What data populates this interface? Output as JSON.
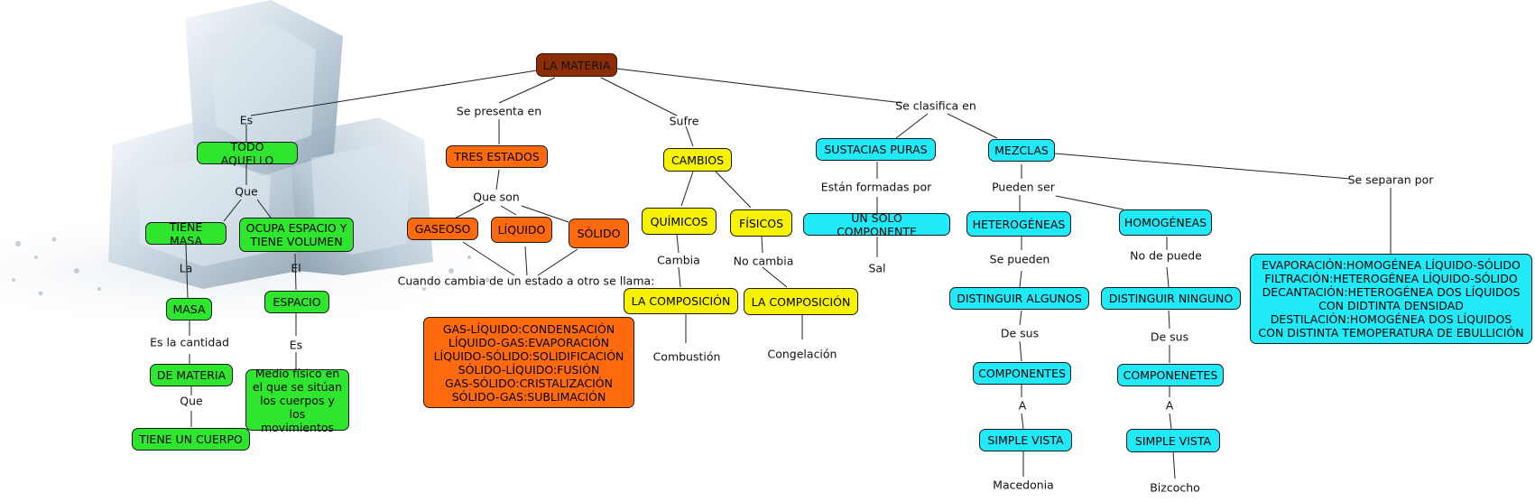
{
  "root": "LA MATERIA",
  "nodes": {
    "todo_aquello": "TODO AQUELLO",
    "tiene_masa": "TIENE MASA",
    "ocupa_espacio": "OCUPA ESPACIO Y\nTIENE VOLUMEN",
    "masa": "MASA",
    "espacio": "ESPACIO",
    "de_materia": "DE MATERIA",
    "medio_fisico": "Medio físico en\nel que se sitúan\nlos cuerpos y\nlos movimientos",
    "tiene_un_cuerpo": "TIENE UN CUERPO",
    "tres_estados": "TRES ESTADOS",
    "gaseoso": "GASEOSO",
    "liquido": "LÍQUIDO",
    "solido": "SÓLIDO",
    "cambios_estado": "GAS-LÍQUIDO:CONDENSACIÓN\nLÍQUIDO-GAS:EVAPORACIÓN\nLÍQUIDO-SÓLIDO:SOLIDIFICACIÓN\nSÓLIDO-LÍQUIDO:FUSIÓN\nGAS-SÓLIDO:CRISTALIZACIÓN\nSÓLIDO-GAS:SUBLIMACIÓN",
    "cambios": "CAMBIOS",
    "quimicos": "QUÍMICOS",
    "fisicos": "FÍSICOS",
    "composicion_1": "LA COMPOSICIÓN",
    "composicion_2": "LA COMPOSICIÓN",
    "sustancias_puras": "SUSTACIAS PURAS",
    "un_solo_componente": "UN SOLO COMPONENTE",
    "mezclas": "MEZCLAS",
    "heterogeneas": "HETEROGÉNEAS",
    "homogeneas": "HOMOGÉNEAS",
    "distinguir_algunos": "DISTINGUIR ALGUNOS",
    "distinguir_ninguno": "DISTINGUIR NINGUNO",
    "componentes": "COMPONENTES",
    "componenetes": "COMPONENETES",
    "simple_vista_1": "SIMPLE VISTA",
    "simple_vista_2": "SIMPLE VISTA",
    "separacion": "EVAPORACIÓN:HOMOGÉNEA LÍQUIDO-SÓLIDO\nFILTRACIÓN:HETEROGÉNEA LÍQUIDO-SÓLIDO\nDECANTACIÓN:HETEROGÉNEA DOS LÍQUIDOS\nCON DIDTINTA DENSIDAD\nDESTILACIÓN:HOMOGÉNEA DOS LÍQUIDOS\nCON DISTINTA TEMOPERATURA DE EBULLICIÓN"
  },
  "labels": {
    "es": "Es",
    "que_1": "Que",
    "la": "La",
    "el": "El",
    "es_la_cantidad": "Es la cantidad",
    "es_2": "Es",
    "que_2": "Que",
    "se_presenta_en": "Se presenta en",
    "que_son": "Que son",
    "cuando_cambia": "Cuando cambia de un estado a otro se llama:",
    "sufre": "Sufre",
    "cambia": "Cambia",
    "no_cambia": "No cambia",
    "combustion": "Combustión",
    "congelacion": "Congelación",
    "se_clasifica_en": "Se clasifica en",
    "estan_formadas_por": "Están formadas por",
    "sal": "Sal",
    "pueden_ser": "Pueden ser",
    "se_pueden": "Se pueden",
    "no_de_puede": "No de puede",
    "de_sus_1": "De sus",
    "de_sus_2": "De sus",
    "a_1": "A",
    "a_2": "A",
    "macedonia": "Macedonia",
    "bizcocho": "Bizcocho",
    "se_separan_por": "Se separan por"
  },
  "colors": {
    "root": "#8b2e08",
    "green": "#2ee62e",
    "orange": "#ff6a0e",
    "yellow": "#f7f200",
    "cyan": "#20eaf7"
  },
  "background_image": "ice-cubes-photo"
}
